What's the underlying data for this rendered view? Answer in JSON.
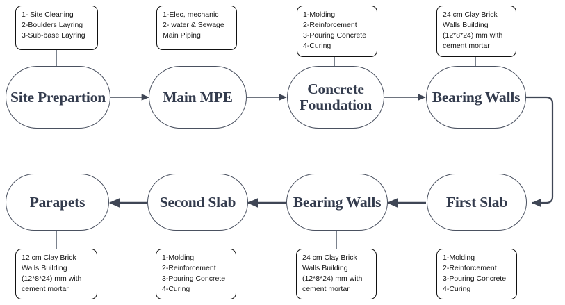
{
  "diagram": {
    "title": "Building Construction Sequence Flowchart",
    "colors": {
      "node_text": "#333b4d",
      "node_border": "#4a5160",
      "note_border": "#111111",
      "note_text": "#131313",
      "connector": "#3f4655",
      "stub": "#7b828d",
      "background": "#ffffff"
    },
    "row1": {
      "nodes": [
        {
          "id": "site-prepartion",
          "label": "Site Prepartion"
        },
        {
          "id": "main-mpe",
          "label": "Main MPE"
        },
        {
          "id": "concrete-foundation",
          "label_line1": "Concrete",
          "label_line2": "Foundation"
        },
        {
          "id": "bearing-walls-1",
          "label": "Bearing Walls"
        }
      ],
      "notes": [
        {
          "id": "note-site-prepartion",
          "lines": [
            "1- Site Cleaning",
            "2-Boulders Layring",
            "3-Sub-base Layring"
          ]
        },
        {
          "id": "note-main-mpe",
          "lines": [
            "1-Elec, mechanic",
            "2- water & Sewage",
            "Main Piping"
          ]
        },
        {
          "id": "note-concrete-foundation",
          "lines": [
            "1-Molding",
            "2-Reinforcement",
            "3-Pouring Concrete",
            "4-Curing"
          ]
        },
        {
          "id": "note-bearing-walls-1",
          "lines": [
            "24 cm Clay Brick",
            "Walls Building",
            "(12*8*24) mm with",
            "cement mortar"
          ]
        }
      ]
    },
    "row2": {
      "nodes": [
        {
          "id": "parapets",
          "label": "Parapets"
        },
        {
          "id": "second-slab",
          "label": "Second Slab"
        },
        {
          "id": "bearing-walls-2",
          "label": "Bearing Walls"
        },
        {
          "id": "first-slab",
          "label": "First Slab"
        }
      ],
      "notes": [
        {
          "id": "note-parapets",
          "lines": [
            "12 cm Clay Brick",
            "Walls Building",
            "(12*8*24) mm with",
            "cement mortar"
          ]
        },
        {
          "id": "note-second-slab",
          "lines": [
            "1-Molding",
            "2-Reinforcement",
            "3-Pouring Concrete",
            "4-Curing"
          ]
        },
        {
          "id": "note-bearing-walls-2",
          "lines": [
            "24 cm Clay Brick",
            "Walls Building",
            "(12*8*24) mm with",
            "cement mortar"
          ]
        },
        {
          "id": "note-first-slab",
          "lines": [
            "1-Molding",
            "2-Reinforcement",
            "3-Pouring Concrete",
            "4-Curing"
          ]
        }
      ]
    },
    "flow_order": [
      "Site Prepartion",
      "Main MPE",
      "Concrete Foundation",
      "Bearing Walls",
      "First Slab",
      "Bearing Walls",
      "Second Slab",
      "Parapets"
    ]
  }
}
